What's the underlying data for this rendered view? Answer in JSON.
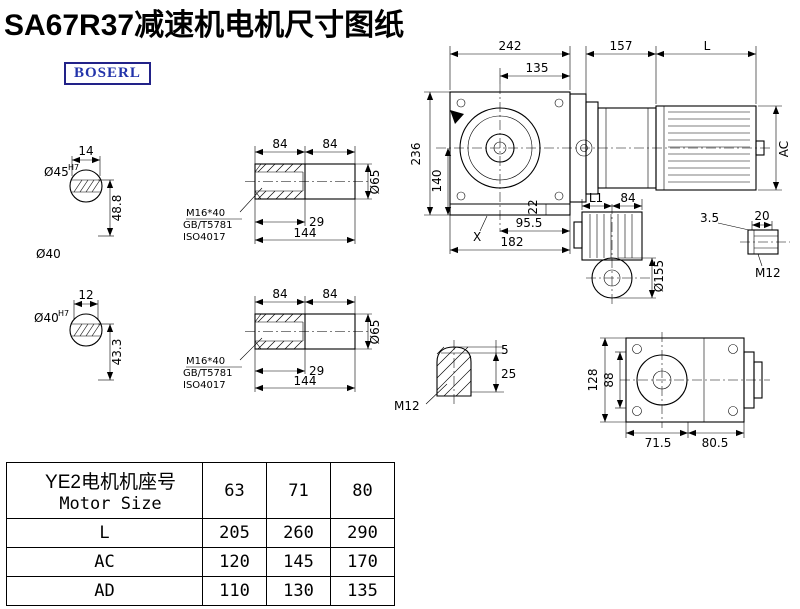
{
  "page": {
    "title": "SA67R37减速机电机尺寸图纸",
    "brand": "BOSERL"
  },
  "shaft_end_views": [
    {
      "keyway_width": "14",
      "bore_dia": "Ø45",
      "bore_tol": "H7",
      "keyway_depth": "48.8",
      "outer_dia_label": "Ø40"
    },
    {
      "keyway_width": "12",
      "bore_dia": "Ø40",
      "bore_tol": "H7",
      "keyway_depth": "43.3"
    }
  ],
  "shaft_side_views": [
    {
      "seg1": "84",
      "seg2": "84",
      "thread_spec": "M16*40",
      "std_gb": "GB/T5781",
      "std_iso": "ISO4017",
      "thread_depth": "29",
      "total_length": "144",
      "shaft_dia": "Ø65"
    },
    {
      "seg1": "84",
      "seg2": "84",
      "thread_spec": "M16*40",
      "std_gb": "GB/T5781",
      "std_iso": "ISO4017",
      "thread_depth": "29",
      "total_length": "144",
      "shaft_dia": "Ø65"
    }
  ],
  "main_view": {
    "overall_width": "242",
    "flange_to_face": "135",
    "motor_front_len": "157",
    "motor_len": "L",
    "housing_height": "236",
    "axis_height": "140",
    "foot_height": "22",
    "half_width": "95.5",
    "x_mark": "X",
    "base_width": "182",
    "motor_dia": "AC"
  },
  "side_view": {
    "dim_l1": "L1",
    "dim_width": "84",
    "dim_gap": "3.5",
    "dim_tap": "20",
    "boss_dia": "Ø155",
    "thread": "M12"
  },
  "key_detail": {
    "key_height": "5",
    "key_depth": "25",
    "thread": "M12"
  },
  "rear_view": {
    "overall_height": "128",
    "inner_height": "88",
    "foot_left": "71.5",
    "foot_right": "80.5"
  },
  "table": {
    "header_cn": "YE2电机机座号",
    "header_en": "Motor Size",
    "sizes": [
      "63",
      "71",
      "80"
    ],
    "rows": [
      {
        "label": "L",
        "values": [
          "205",
          "260",
          "290"
        ]
      },
      {
        "label": "AC",
        "values": [
          "120",
          "145",
          "170"
        ]
      },
      {
        "label": "AD",
        "values": [
          "110",
          "130",
          "135"
        ]
      }
    ]
  }
}
